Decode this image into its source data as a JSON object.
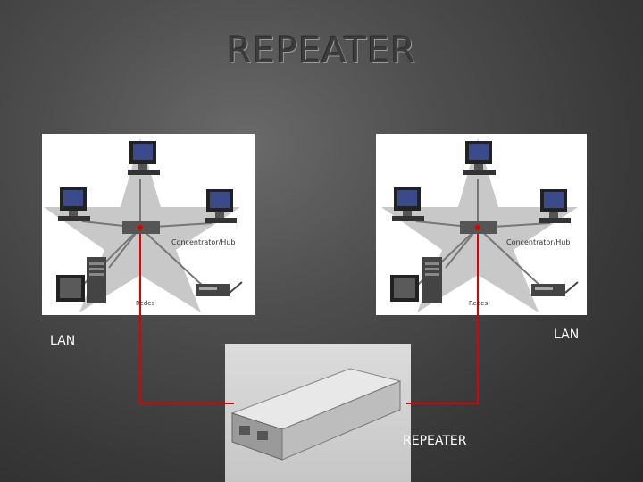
{
  "slide": {
    "title": "REPEATER",
    "lan_left_label": "LAN",
    "lan_right_label": "LAN",
    "repeater_label": "REPEATER"
  },
  "network_diagram": {
    "hub_label": "Concentrator/Hub",
    "nodes_label": "Redes"
  },
  "colors": {
    "link_line": "#e00000",
    "star": "#c8c8c8",
    "background": "#4e4e4e",
    "title": "#3c3c3c"
  }
}
